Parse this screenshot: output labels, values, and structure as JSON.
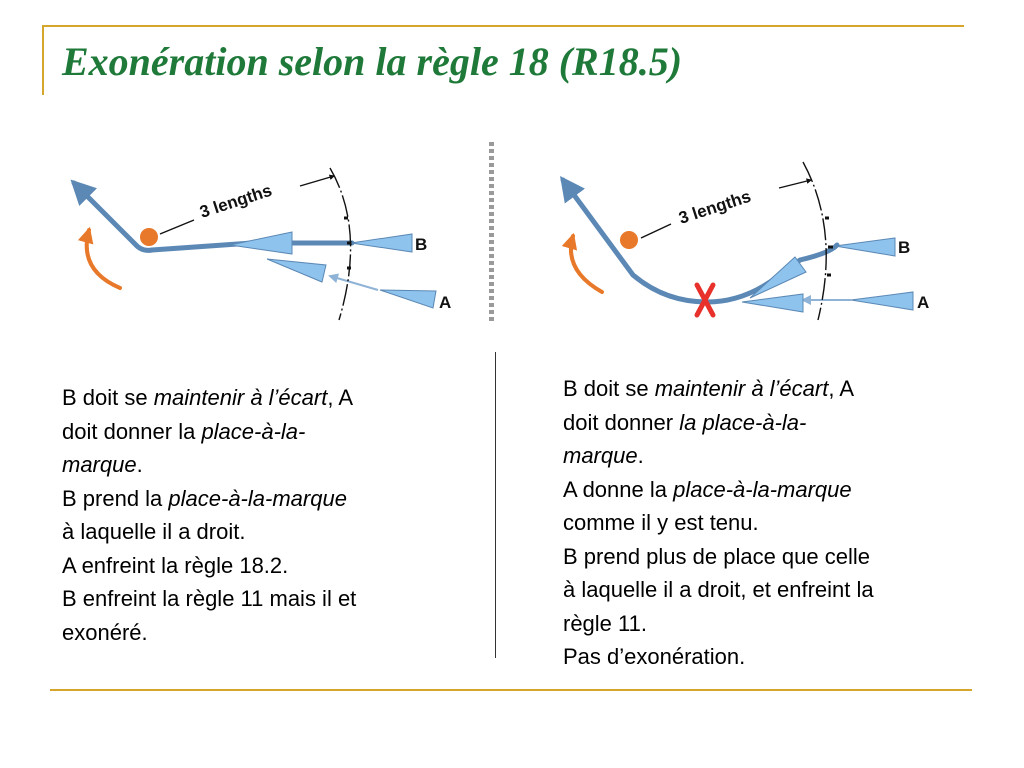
{
  "title": "Exonération selon la règle 18 (R18.5)",
  "diagram_left": {
    "distance_label": "3 lengths",
    "boat_b": "B",
    "boat_a": "A"
  },
  "diagram_right": {
    "distance_label": "3 lengths",
    "boat_b": "B",
    "boat_a": "A"
  },
  "left_text": {
    "l1a": "B doit se ",
    "l1b": "maintenir à l’écart",
    "l1c": ", A",
    "l2a": "doit donner la ",
    "l2b": "place-à-la-",
    "l3a": "marque",
    "l3b": ".",
    "l4a": "B prend la ",
    "l4b": "place-à-la-marque",
    "l5": "à laquelle il a droit.",
    "l6": "A enfreint la règle 18.2.",
    "l7": "B enfreint la règle 11 mais il et",
    "l8": "exonéré."
  },
  "right_text": {
    "l1a": "B doit se ",
    "l1b": "maintenir à l’écart",
    "l1c": ", A",
    "l2a": "doit donner ",
    "l2b": "la place-à-la-",
    "l3a": "marque",
    "l3b": ".",
    "l4a": "A donne la ",
    "l4b": "place-à-la-marque",
    "l5": "comme il y est tenu.",
    "l6": "B prend plus de place que celle",
    "l7": "à laquelle il a droit, et enfreint la",
    "l8": "règle 11.",
    "l9": "Pas d’exonération."
  },
  "colors": {
    "title": "#1f7a3a",
    "accent_lines": "#d6a52b",
    "track": "#5b88b5",
    "boat": "#8ec3ee",
    "mark": "#e8792a",
    "cross": "#e8312a"
  }
}
